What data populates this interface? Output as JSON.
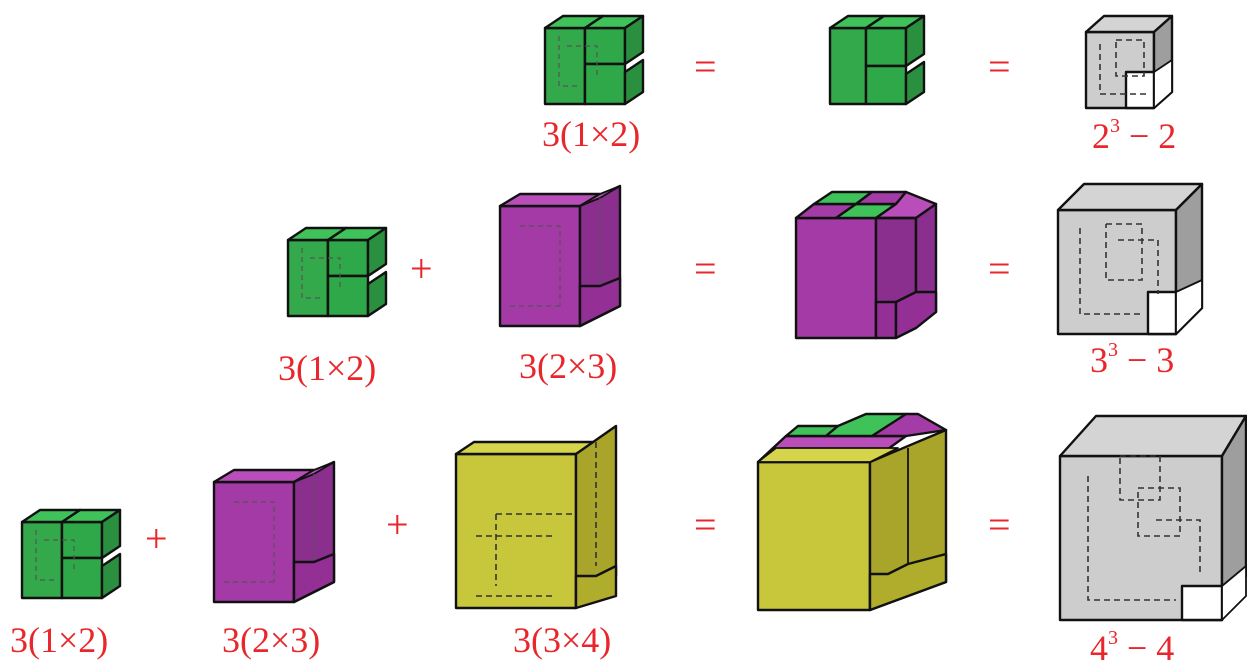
{
  "colors": {
    "green": "#2fa84a",
    "purple": "#a33aa6",
    "yellow": "#c8c63a",
    "gray": "#bdbdbd",
    "text": "#e8262b"
  },
  "row1": {
    "term1": "3(1×2)",
    "eq1": "=",
    "eq2": "=",
    "result_base": "2",
    "result_exp": "3",
    "result_tail": " − 2"
  },
  "row2": {
    "term1": "3(1×2)",
    "plus1": "+",
    "term2": "3(2×3)",
    "eq1": "=",
    "eq2": "=",
    "result_base": "3",
    "result_exp": "3",
    "result_tail": " − 3"
  },
  "row3": {
    "term1": "3(1×2)",
    "plus1": "+",
    "term2": "3(2×3)",
    "plus2": "+",
    "term3": "3(3×4)",
    "eq1": "=",
    "eq2": "=",
    "result_base": "4",
    "result_exp": "3",
    "result_tail": " − 4"
  }
}
